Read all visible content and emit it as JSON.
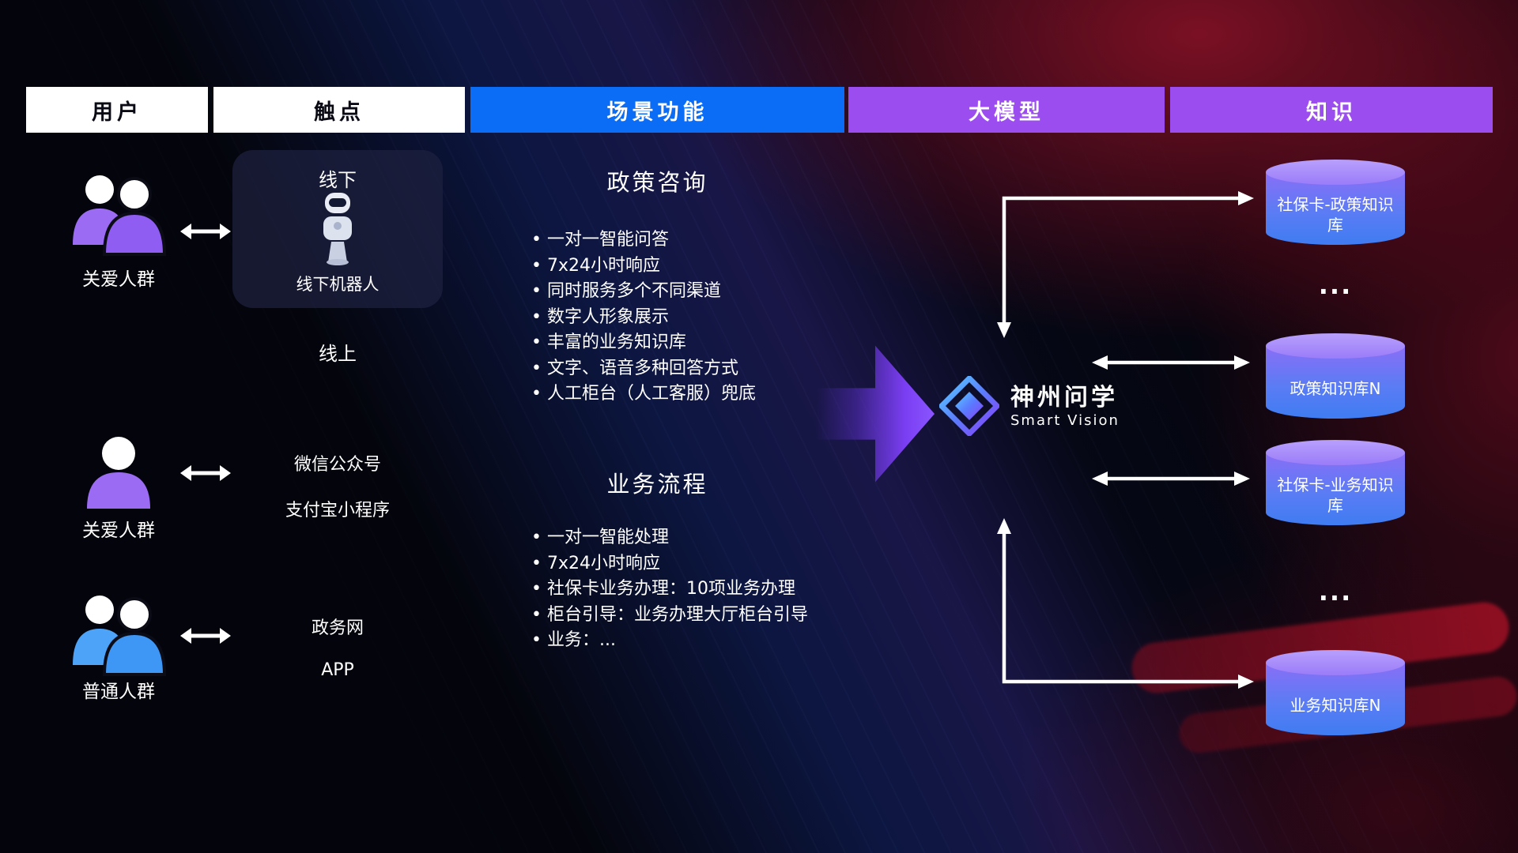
{
  "header": {
    "columns": [
      {
        "label": "用户"
      },
      {
        "label": "触点"
      },
      {
        "label": "场景功能"
      },
      {
        "label": "大模型"
      },
      {
        "label": "知识"
      }
    ]
  },
  "colors": {
    "header_white_bg": "#ffffff",
    "header_blue_bg": "#0b6cf5",
    "header_purple_bg": "#9b4df0",
    "user_purple": "#9b6cf3",
    "user_blue": "#4da3f7",
    "cylinder_top": "#a98ffb",
    "cylinder_body_blue": "#3f7cf2",
    "arrow_white": "#ffffff",
    "flow_arrow_purple": "#7a3ef2"
  },
  "users": [
    {
      "label": "关爱人群",
      "icon": "care-group-icon"
    },
    {
      "label": "关爱人群",
      "icon": "care-person-icon"
    },
    {
      "label": "普通人群",
      "icon": "general-group-icon"
    }
  ],
  "touchpoints": {
    "offline": {
      "title": "线下",
      "device": "线下机器人"
    },
    "online_title": "线上",
    "online_items": [
      "微信公众号",
      "支付宝小程序",
      "政务网",
      "APP"
    ]
  },
  "functions": {
    "policy": {
      "title": "政策咨询",
      "items": [
        "一对一智能问答",
        "7x24小时响应",
        "同时服务多个不同渠道",
        "数字人形象展示",
        "丰富的业务知识库",
        "文字、语音多种回答方式",
        "人工柜台（人工客服）兜底"
      ]
    },
    "business": {
      "title": "业务流程",
      "items": [
        "一对一智能处理",
        "7x24小时响应",
        "社保卡业务办理：10项业务办理",
        "柜台引导：业务办理大厅柜台引导",
        "业务：..."
      ]
    }
  },
  "model": {
    "name": "神州问学",
    "subtitle": "Smart Vision"
  },
  "knowledge": {
    "items": [
      "社保卡-政策知识库",
      "政策知识库N",
      "社保卡-业务知识库",
      "业务知识库N"
    ],
    "ellipsis": "..."
  }
}
